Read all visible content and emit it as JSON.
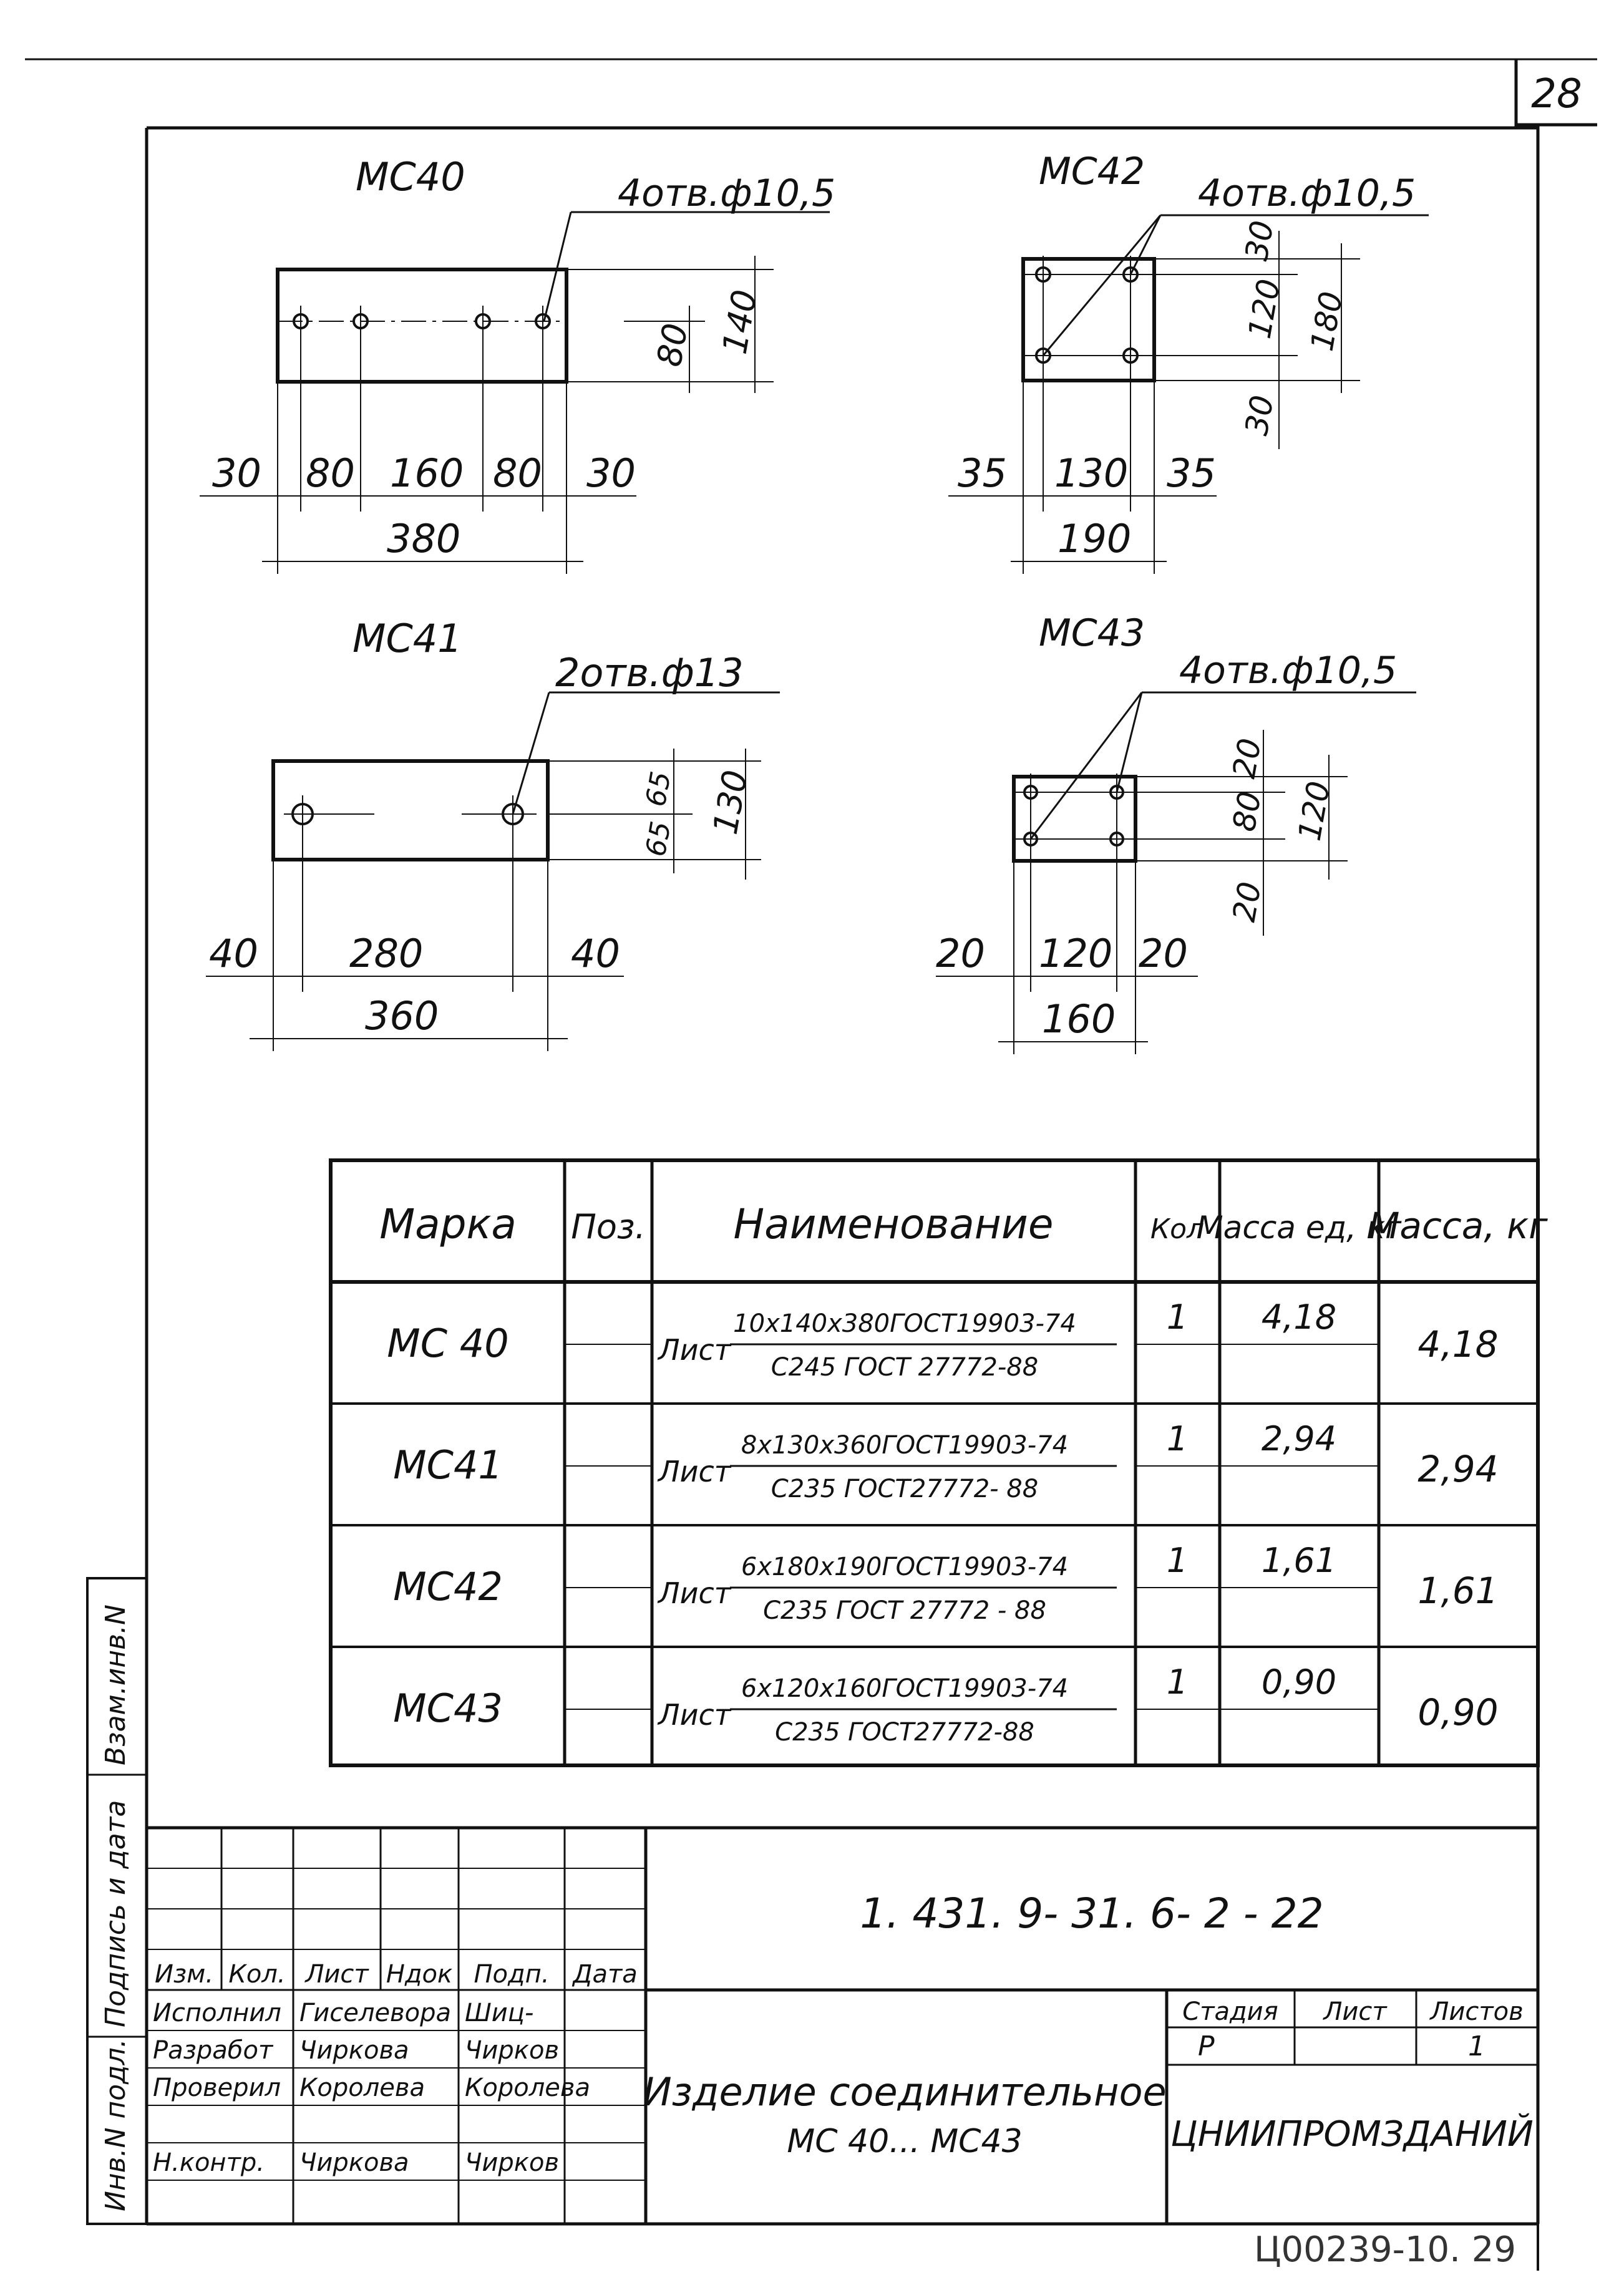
{
  "sheet_number": "28",
  "details": [
    {
      "mark": "МС40",
      "holes": "4отв.ф10,5",
      "dims_h": [
        "30",
        "80",
        "160",
        "80",
        "30"
      ],
      "total_h": "380",
      "dims_v": [
        "80",
        "140"
      ]
    },
    {
      "mark": "МС42",
      "holes": "4отв.ф10,5",
      "dims_h": [
        "35",
        "130",
        "35"
      ],
      "total_h": "190",
      "dims_v": [
        "30",
        "120",
        "30"
      ],
      "total_v": "180"
    },
    {
      "mark": "МС41",
      "holes": "2отв.ф13",
      "dims_h": [
        "40",
        "280",
        "40"
      ],
      "total_h": "360",
      "dims_v": [
        "65",
        "65"
      ],
      "total_v": "130"
    },
    {
      "mark": "МС43",
      "holes": "4отв.ф10,5",
      "dims_h": [
        "20",
        "120",
        "20"
      ],
      "total_h": "160",
      "dims_v": [
        "20",
        "80",
        "20"
      ],
      "total_v": "120"
    }
  ],
  "spec_table": {
    "headers": [
      "Марка",
      "Поз.",
      "Наименование",
      "Кол",
      "Масса ед, кг",
      "Масса, кг"
    ],
    "rows": [
      {
        "mark": "МС 40",
        "pos": "",
        "name_prefix": "Лист",
        "name_top": "10х140х380ГОСТ19903-74",
        "name_bottom": "С245 ГОСТ 27772-88",
        "qty": "1",
        "unit_mass": "4,18",
        "mass": "4,18"
      },
      {
        "mark": "МС41",
        "pos": "",
        "name_prefix": "Лист",
        "name_top": "8х130х360ГОСТ19903-74",
        "name_bottom": "С235 ГОСТ27772- 88",
        "qty": "1",
        "unit_mass": "2,94",
        "mass": "2,94"
      },
      {
        "mark": "МС42",
        "pos": "",
        "name_prefix": "Лист",
        "name_top": "6х180х190ГОСТ19903-74",
        "name_bottom": "С235 ГОСТ 27772 - 88",
        "qty": "1",
        "unit_mass": "1,61",
        "mass": "1,61"
      },
      {
        "mark": "МС43",
        "pos": "",
        "name_prefix": "Лист",
        "name_top": "6х120х160ГОСТ19903-74",
        "name_bottom": "С235 ГОСТ27772-88",
        "qty": "1",
        "unit_mass": "0,90",
        "mass": "0,90"
      }
    ]
  },
  "title_block": {
    "doc_code": "1. 431. 9- 31. 6- 2 - 22",
    "col_headers": [
      "Изм.",
      "Кол.",
      "Лист",
      "Ндок",
      "Подп.",
      "Дата"
    ],
    "roles": [
      {
        "role": "Исполнил",
        "name": "Гиселевора",
        "sign": "Шиц-"
      },
      {
        "role": "Разработ",
        "name": "Чиркова",
        "sign": "Чирков"
      },
      {
        "role": "Проверил",
        "name": "Королева",
        "sign": "Королева"
      },
      {
        "role": "",
        "name": "",
        "sign": ""
      },
      {
        "role": "Н.контр.",
        "name": "Чиркова",
        "sign": "Чирков"
      }
    ],
    "product_title_1": "Изделие соединительное",
    "product_title_2": "МС 40... МС43",
    "stage_label": "Стадия",
    "sheet_label": "Лист",
    "sheets_label": "Листов",
    "stage": "Р",
    "sheet": "",
    "sheets": "1",
    "organization": "ЦНИИПРОМЗДАНИЙ"
  },
  "left_stamp": {
    "inv_no": "Инв.N подл.",
    "sign_date": "Подпись и дата",
    "replace_inv": "Взам.инв.N"
  },
  "archive_number": "Ц00239-10. 29"
}
